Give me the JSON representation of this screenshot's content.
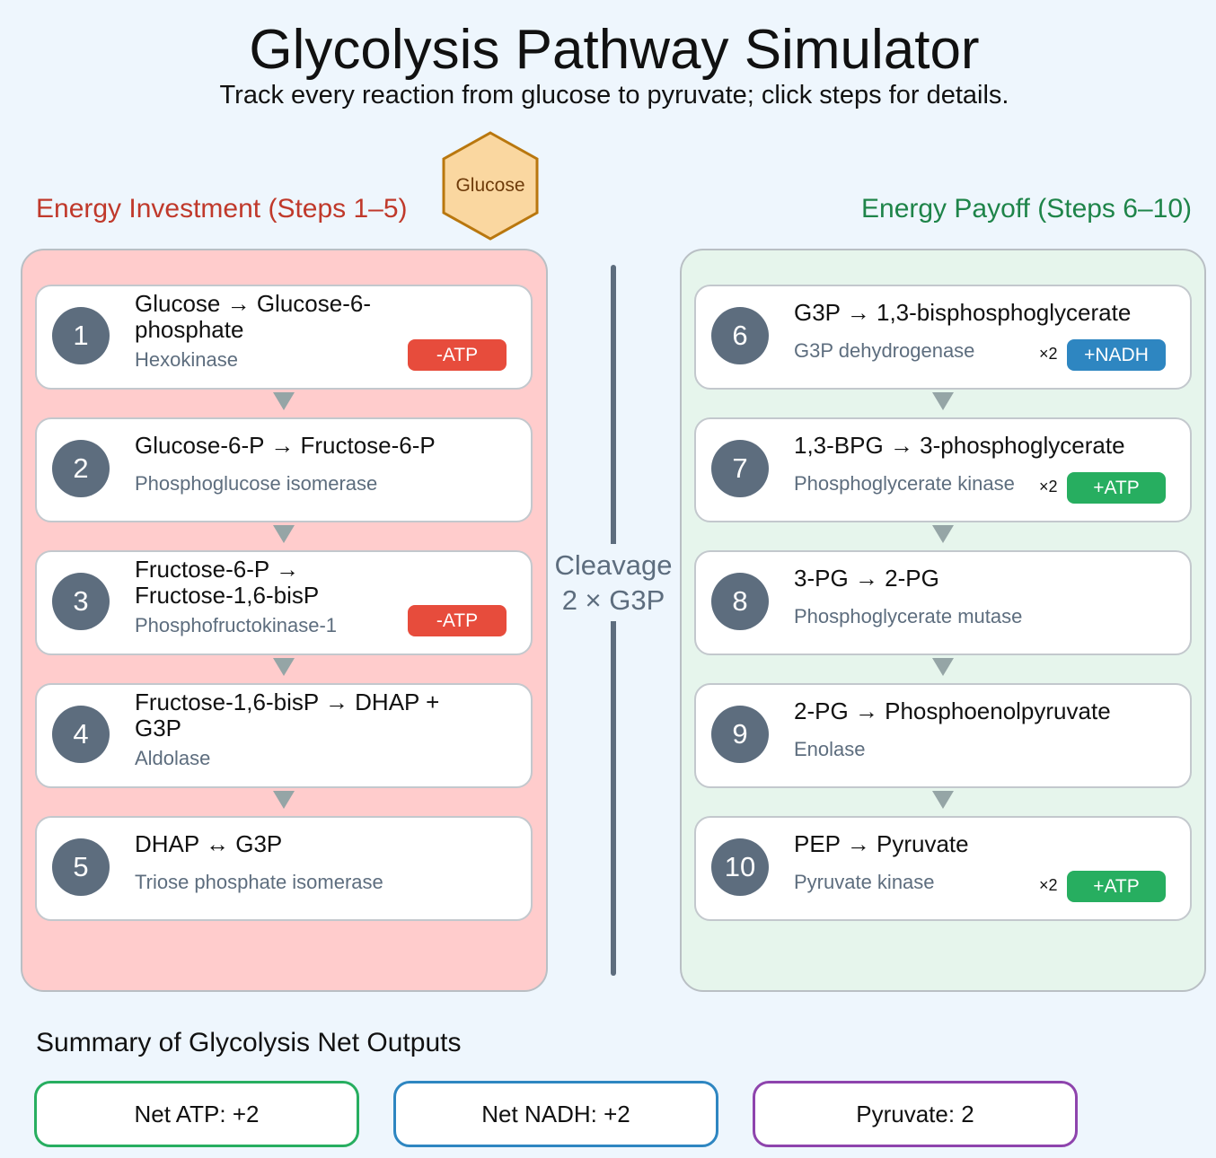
{
  "header": {
    "title": "Glycolysis Pathway Simulator",
    "subtitle": "Track every reaction from glucose to pyruvate; click steps for details."
  },
  "glucose_label": "Glucose",
  "phases": {
    "investment": "Energy Investment (Steps 1–5)",
    "payoff": "Energy Payoff (Steps 6–10)"
  },
  "cleavage": {
    "line1": "Cleavage",
    "line2": "2 × G3P"
  },
  "steps": [
    {
      "num": "1",
      "reaction": "Glucose → Glucose-6-phosphate",
      "enzyme": "Hexokinase",
      "badge": "-ATP"
    },
    {
      "num": "2",
      "reaction": "Glucose-6-P → Fructose-6-P",
      "enzyme": "Phosphoglucose isomerase"
    },
    {
      "num": "3",
      "reaction": "Fructose-6-P → Fructose-1,6-bisP",
      "enzyme": "Phosphofructokinase-1",
      "badge": "-ATP"
    },
    {
      "num": "4",
      "reaction": "Fructose-1,6-bisP → DHAP + G3P",
      "enzyme": "Aldolase"
    },
    {
      "num": "5",
      "reaction": "DHAP ↔ G3P",
      "enzyme": "Triose phosphate isomerase"
    },
    {
      "num": "6",
      "reaction": "G3P → 1,3-bisphosphoglycerate",
      "enzyme": "G3P dehydrogenase",
      "badge": "+NADH",
      "mult": "×2"
    },
    {
      "num": "7",
      "reaction": "1,3-BPG → 3-phosphoglycerate",
      "enzyme": "Phosphoglycerate kinase",
      "badge": "+ATP",
      "mult": "×2"
    },
    {
      "num": "8",
      "reaction": "3-PG → 2-PG",
      "enzyme": "Phosphoglycerate mutase"
    },
    {
      "num": "9",
      "reaction": "2-PG → Phosphoenolpyruvate",
      "enzyme": "Enolase"
    },
    {
      "num": "10",
      "reaction": "PEP → Pyruvate",
      "enzyme": "Pyruvate kinase",
      "badge": "+ATP",
      "mult": "×2"
    }
  ],
  "colors": {
    "atp_cost": "#e74c3c",
    "nadh": "#2e86c1",
    "atp_gain": "#27ae60"
  },
  "summary": {
    "title": "Summary of Glycolysis Net Outputs",
    "items": [
      {
        "label": "Net ATP: +2",
        "color": "#27ae60"
      },
      {
        "label": "Net NADH: +2",
        "color": "#2e86c1"
      },
      {
        "label": "Pyruvate: 2",
        "color": "#8e44ad"
      }
    ]
  }
}
